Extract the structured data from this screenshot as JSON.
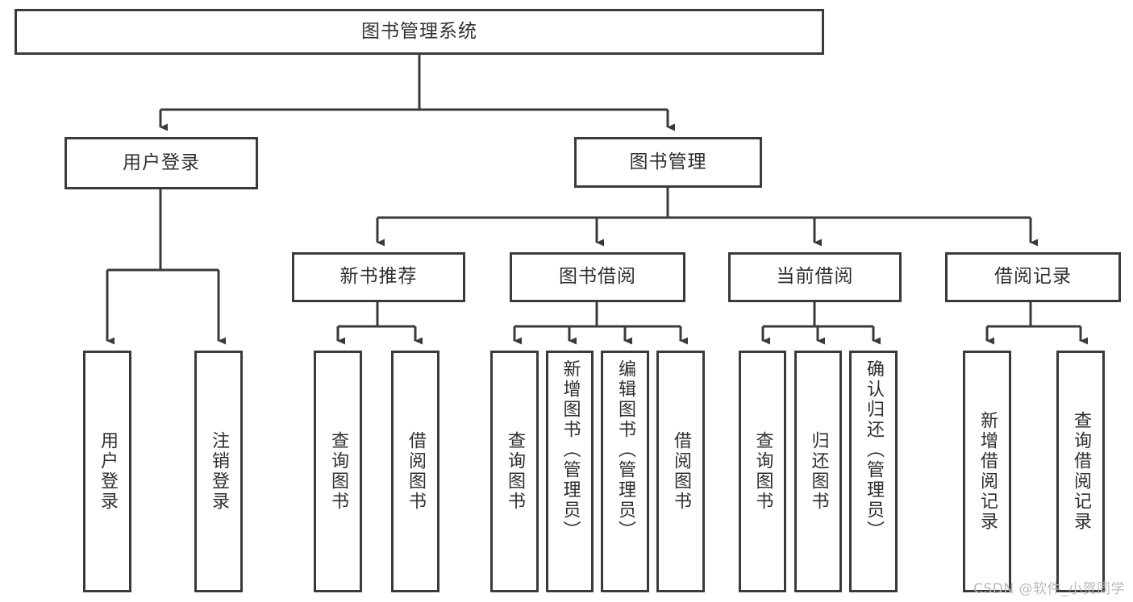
{
  "diagram": {
    "type": "tree",
    "title": "图书管理系统",
    "colors": {
      "stroke": "#3a3a3a",
      "text": "#2f2f2f",
      "background": "#ffffff",
      "watermark": "#b9b9b9"
    },
    "root": {
      "label": "图书管理系统"
    },
    "level1": [
      {
        "label": "用户登录"
      },
      {
        "label": "图书管理"
      }
    ],
    "level2": [
      {
        "label": "新书推荐"
      },
      {
        "label": "图书借阅"
      },
      {
        "label": "当前借阅"
      },
      {
        "label": "借阅记录"
      }
    ],
    "leaves": {
      "user_login": [
        {
          "label": "用户登录"
        },
        {
          "label": "注销登录"
        }
      ],
      "new_book_recommend": [
        {
          "label": "查询图书"
        },
        {
          "label": "借阅图书"
        }
      ],
      "book_borrow": [
        {
          "label": "查询图书"
        },
        {
          "label": "新增图书（管理员）"
        },
        {
          "label": "编辑图书（管理员）"
        },
        {
          "label": "借阅图书"
        }
      ],
      "current_borrow": [
        {
          "label": "查询图书"
        },
        {
          "label": "归还图书"
        },
        {
          "label": "确认归还（管理员）"
        }
      ],
      "borrow_record": [
        {
          "label": "新增借阅记录"
        },
        {
          "label": "查询借阅记录"
        }
      ]
    }
  },
  "watermark": {
    "text": "CSDN @软件_小贺同学"
  }
}
